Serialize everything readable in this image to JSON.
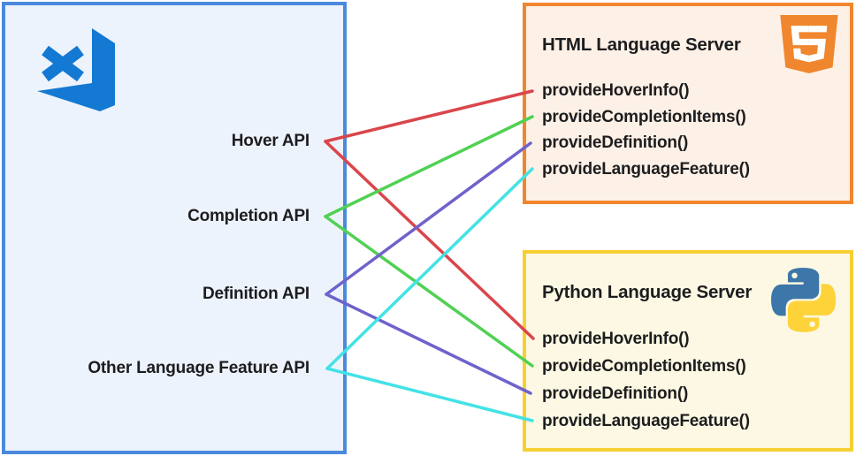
{
  "diagram": {
    "editor": {
      "logo": "vscode-logo",
      "logo_color": "#1479d2",
      "box_border_color": "#4a8add",
      "box_background_color": "#edf3fc",
      "apis": [
        {
          "label": "Hover API",
          "line_color": "#d9464b",
          "method": "provideHoverInfo()",
          "targets": [
            "HTML Language Server",
            "Python Language Server"
          ]
        },
        {
          "label": "Completion API",
          "line_color": "#50d153",
          "method": "provideCompletionItems()",
          "targets": [
            "HTML Language Server",
            "Python Language Server"
          ]
        },
        {
          "label": "Definition API",
          "line_color": "#6e62cc",
          "method": "provideDefinition()",
          "targets": [
            "HTML Language Server",
            "Python Language Server"
          ]
        },
        {
          "label": "Other Language Feature API",
          "line_color": "#43e2e5",
          "method": "provideLanguageFeature()",
          "targets": [
            "HTML Language Server",
            "Python Language Server"
          ]
        }
      ]
    },
    "servers": [
      {
        "title": "HTML Language Server",
        "logo": "html5-logo",
        "border_color": "#f0862d",
        "background_color": "#fdf1e7",
        "methods": [
          "provideHoverInfo()",
          "provideCompletionItems()",
          "provideDefinition()",
          "provideLanguageFeature()"
        ]
      },
      {
        "title": "Python Language Server",
        "logo": "python-logo",
        "border_color": "#f6cf33",
        "background_color": "#fcf8e3",
        "methods": [
          "provideHoverInfo()",
          "provideCompletionItems()",
          "provideDefinition()",
          "provideLanguageFeature()"
        ]
      }
    ]
  }
}
